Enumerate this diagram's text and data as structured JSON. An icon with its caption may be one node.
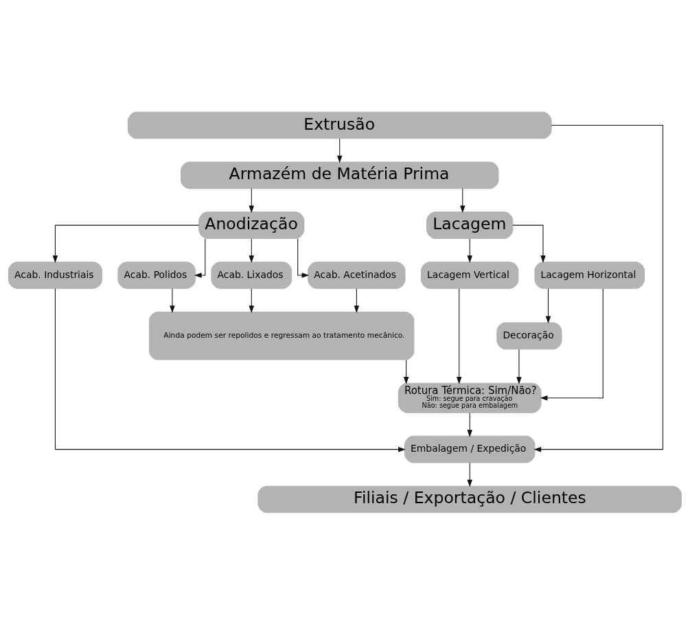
{
  "diagram": {
    "nodes": [
      {
        "text": [
          "Extrusão"
        ]
      },
      {
        "text": [
          "Armazém de Matéria Prima"
        ]
      },
      {
        "text": [
          "Anodização"
        ]
      },
      {
        "text": [
          "Lacagem"
        ]
      },
      {
        "text": [
          "Acab. Industriais"
        ]
      },
      {
        "text": [
          "Acab. Polidos"
        ]
      },
      {
        "text": [
          "Acab. Lixados"
        ]
      },
      {
        "text": [
          "Acab. Acetinados"
        ]
      },
      {
        "text": [
          "Lacagem Vertical"
        ]
      },
      {
        "text": [
          "Lacagem Horizontal"
        ]
      },
      {
        "text": [
          "Ainda podem ser repolidos e regressam ao tratamento mecânico."
        ]
      },
      {
        "text": [
          "Decoração"
        ]
      },
      {
        "text": [
          "Rotura Térmica: Sim/Não?",
          "Sim: segue para cravação",
          "Não: segue para embalagem"
        ]
      },
      {
        "text": [
          "Embalagem / Expedição"
        ]
      },
      {
        "text": [
          "Filiais / Exportação / Clientes"
        ]
      }
    ],
    "edges": [
      {
        "from": 0,
        "to": 1,
        "arrow": "to"
      },
      {
        "from": 0,
        "to": 13,
        "arrow": "to"
      },
      {
        "from": 1,
        "to": 2,
        "arrow": "to"
      },
      {
        "from": 1,
        "to": 3,
        "arrow": "to"
      },
      {
        "from": 2,
        "to": 4,
        "arrow": "to"
      },
      {
        "from": 2,
        "to": 5,
        "arrow": "to"
      },
      {
        "from": 2,
        "to": 6,
        "arrow": "to"
      },
      {
        "from": 2,
        "to": 7,
        "arrow": "to"
      },
      {
        "from": 3,
        "to": 8,
        "arrow": "to"
      },
      {
        "from": 3,
        "to": 9,
        "arrow": "to"
      },
      {
        "from": 5,
        "to": 10,
        "arrow": "to"
      },
      {
        "from": 6,
        "to": 10,
        "arrow": "to"
      },
      {
        "from": 7,
        "to": 10,
        "arrow": "to"
      },
      {
        "from": 9,
        "to": 11,
        "arrow": "to"
      },
      {
        "from": 10,
        "to": 12,
        "arrow": "to"
      },
      {
        "from": 8,
        "to": 12,
        "arrow": "to"
      },
      {
        "from": 11,
        "to": 12,
        "arrow": "to"
      },
      {
        "from": 9,
        "to": 12,
        "arrow": "to"
      },
      {
        "from": 4,
        "to": 13,
        "arrow": "to"
      },
      {
        "from": 12,
        "to": 13,
        "arrow": "to"
      },
      {
        "from": 13,
        "to": 14,
        "arrow": "to"
      }
    ]
  }
}
